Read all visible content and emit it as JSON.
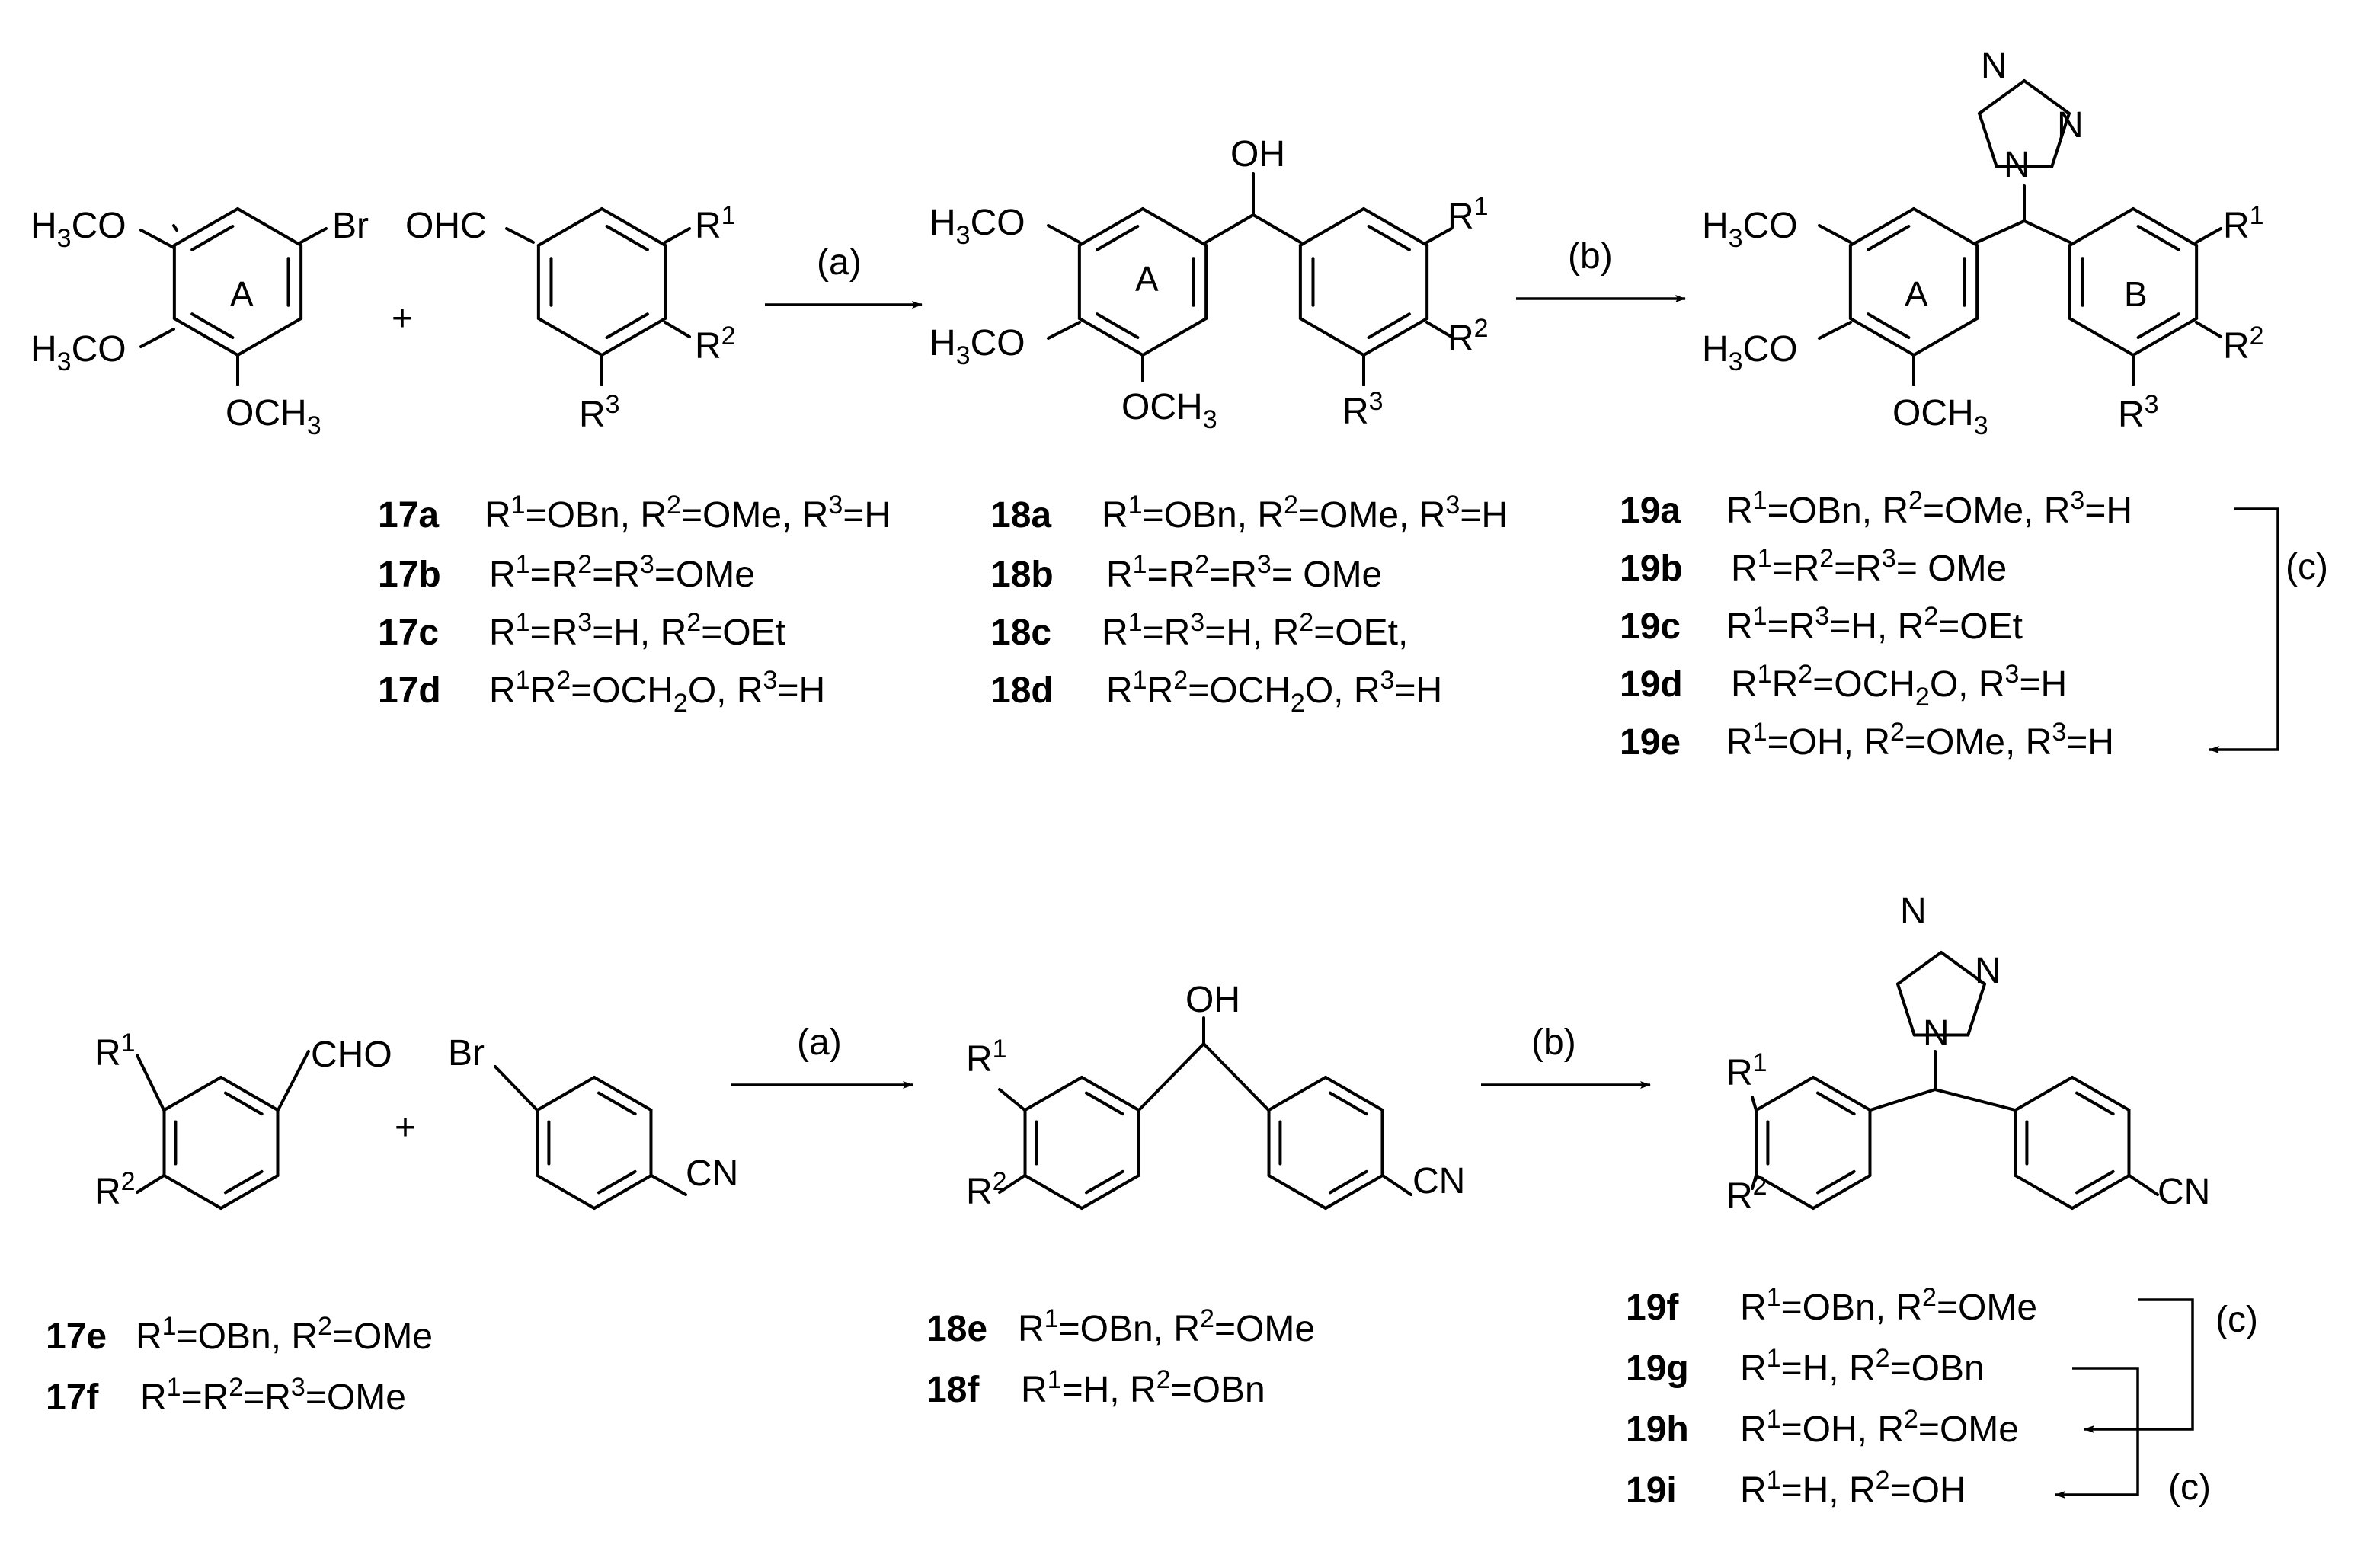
{
  "reagents": {
    "a": "(a)",
    "b": "(b)",
    "c": "(c)"
  },
  "atoms": {
    "h3co": "H3CO",
    "och3": "OCH3",
    "br": "Br",
    "ohc": "OHC",
    "cho": "CHO",
    "oh": "OH",
    "cn": "CN",
    "n": "N",
    "r1": "R1",
    "r2": "R2",
    "r3": "R3",
    "plus": "+",
    "ring_a": "A",
    "ring_b": "B"
  },
  "compounds": {
    "17a": {
      "id": "17a",
      "desc": "R1=OBn, R2=OMe, R3=H"
    },
    "17b": {
      "id": "17b",
      "desc": "R1=R2=R3=OMe"
    },
    "17c": {
      "id": "17c",
      "desc": "R1=R3=H, R2=OEt"
    },
    "17d": {
      "id": "17d",
      "desc": "R1R2=OCH2O, R3=H"
    },
    "18a": {
      "id": "18a",
      "desc": "R1=OBn, R2=OMe, R3=H"
    },
    "18b": {
      "id": "18b",
      "desc": "R1=R2=R3= OMe"
    },
    "18c": {
      "id": "18c",
      "desc": "R1=R3=H, R2=OEt,"
    },
    "18d": {
      "id": "18d",
      "desc": "R1R2=OCH2O, R3=H"
    },
    "19a": {
      "id": "19a",
      "desc": "R1=OBn, R2=OMe, R3=H"
    },
    "19b": {
      "id": "19b",
      "desc": "R1=R2=R3= OMe"
    },
    "19c": {
      "id": "19c",
      "desc": "R1=R3=H, R2=OEt"
    },
    "19d": {
      "id": "19d",
      "desc": "R1R2=OCH2O, R3=H"
    },
    "19e": {
      "id": "19e",
      "desc": "R1=OH, R2=OMe, R3=H"
    },
    "17e": {
      "id": "17e",
      "desc": "R1=OBn, R2=OMe"
    },
    "17f": {
      "id": "17f",
      "desc": "R1=R2=R3=OMe"
    },
    "18e": {
      "id": "18e",
      "desc": "R1=OBn, R2=OMe"
    },
    "18f": {
      "id": "18f",
      "desc": "R1=H, R2=OBn"
    },
    "19f": {
      "id": "19f",
      "desc": "R1=OBn, R2=OMe"
    },
    "19g": {
      "id": "19g",
      "desc": "R1=H, R2=OBn"
    },
    "19h": {
      "id": "19h",
      "desc": "R1=OH, R2=OMe"
    },
    "19i": {
      "id": "19i",
      "desc": "R1=H, R2=OH"
    }
  }
}
